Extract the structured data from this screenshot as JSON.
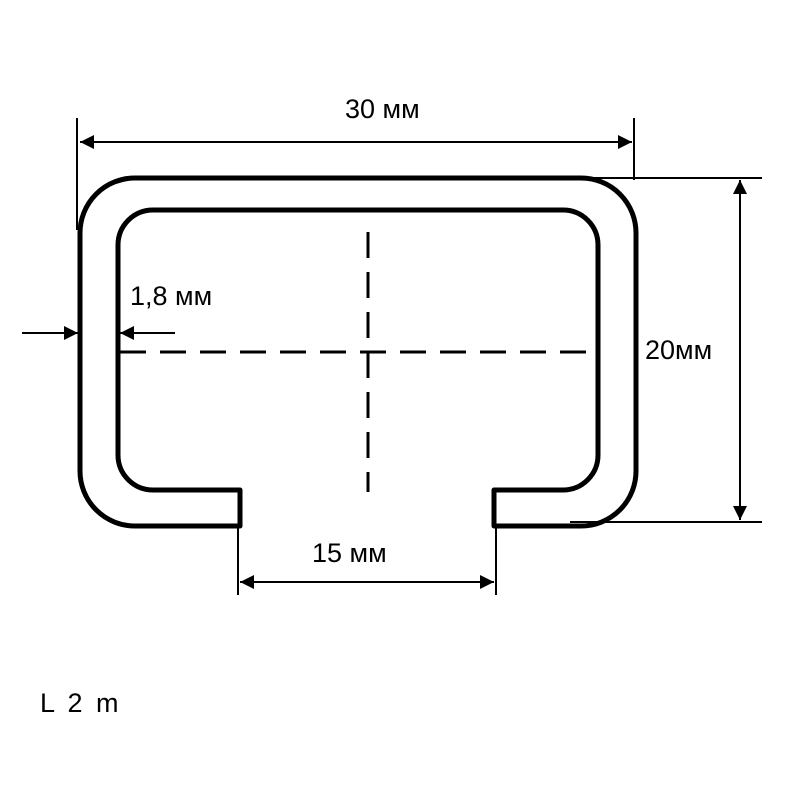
{
  "dimensions": {
    "width_label": "30 мм",
    "thickness_label": "1,8 мм",
    "height_label": "20мм",
    "opening_label": "15 мм"
  },
  "length_label": "L 2 m",
  "colors": {
    "line": "#000000",
    "background": "#ffffff"
  }
}
